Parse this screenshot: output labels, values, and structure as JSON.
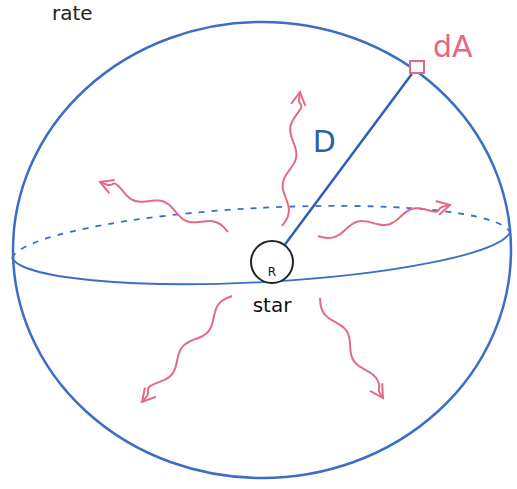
{
  "diagram": {
    "nodes": [
      {
        "text": [
          "R",
          "star"
        ]
      },
      {
        "text": [
          "dA"
        ]
      }
    ],
    "edges": [
      {
        "from": 0,
        "to": 1,
        "label": "D",
        "arrow": "none"
      }
    ],
    "labels": [
      "rate"
    ]
  }
}
